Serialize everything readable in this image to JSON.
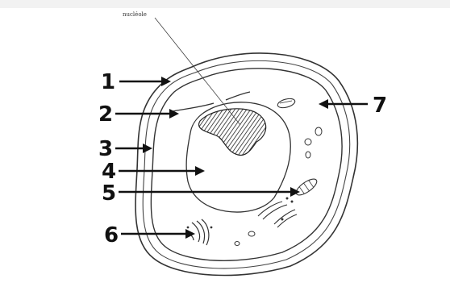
{
  "diagram": {
    "title_label": "nucléole",
    "labels": [
      "1",
      "2",
      "3",
      "4",
      "5",
      "6",
      "7"
    ]
  }
}
